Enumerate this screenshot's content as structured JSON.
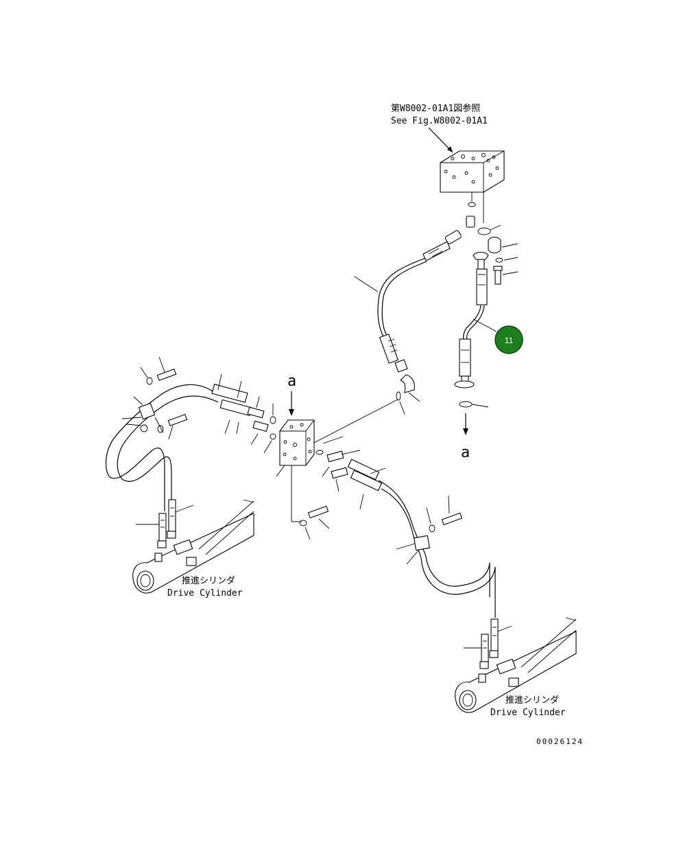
{
  "diagram": {
    "reference": {
      "line1": "第W8002-01A1図参照",
      "line2": "See Fig.W8002-01A1"
    },
    "marker_a_top": "a",
    "marker_a_bottom": "a",
    "left_cylinder": {
      "label_jp": "推進シリンダ",
      "label_en": "Drive Cylinder"
    },
    "right_cylinder": {
      "label_jp": "推進シリンダ",
      "label_en": "Drive Cylinder"
    },
    "highlight_callout": {
      "number": "11",
      "color": "#1e7d1e"
    },
    "drawing_number": "00026124"
  }
}
